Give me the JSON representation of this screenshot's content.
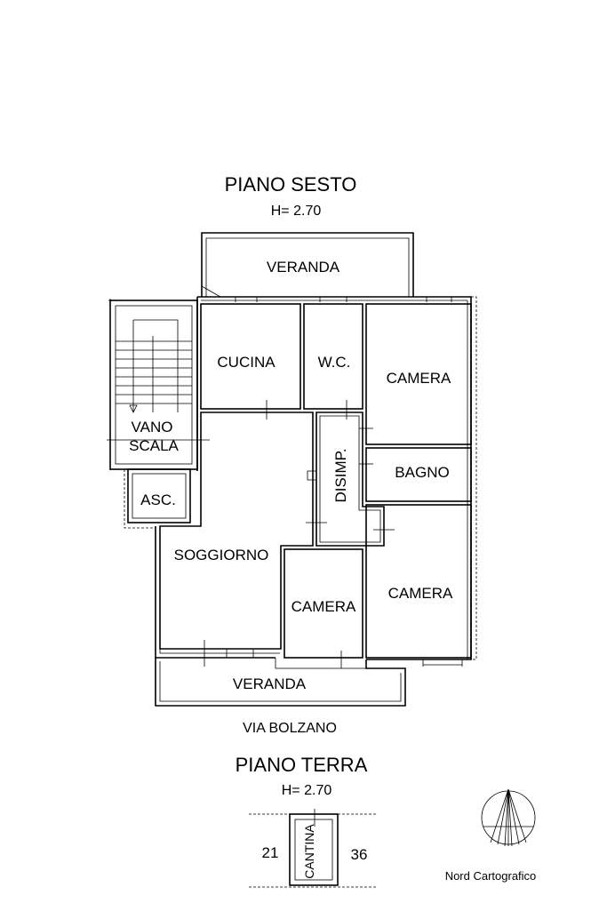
{
  "upper_floor": {
    "title": "PIANO SESTO",
    "height": "H= 2.70",
    "rooms": {
      "veranda_top": "VERANDA",
      "cucina": "CUCINA",
      "wc": "W.C.",
      "camera_ne": "CAMERA",
      "vano": "VANO",
      "scala": "SCALA",
      "bagno": "BAGNO",
      "disimp": "DISIMP.",
      "asc": "ASC.",
      "soggiorno": "SOGGIORNO",
      "camera_center": "CAMERA",
      "camera_se": "CAMERA",
      "veranda_bottom": "VERANDA"
    },
    "street": "VIA BOLZANO"
  },
  "ground_floor": {
    "title": "PIANO TERRA",
    "height": "H= 2.70",
    "cantina": "CANTINA",
    "left_number": "21",
    "right_number": "36"
  },
  "north": {
    "label": "Nord Cartografico",
    "icon": "north-arrow-icon"
  }
}
